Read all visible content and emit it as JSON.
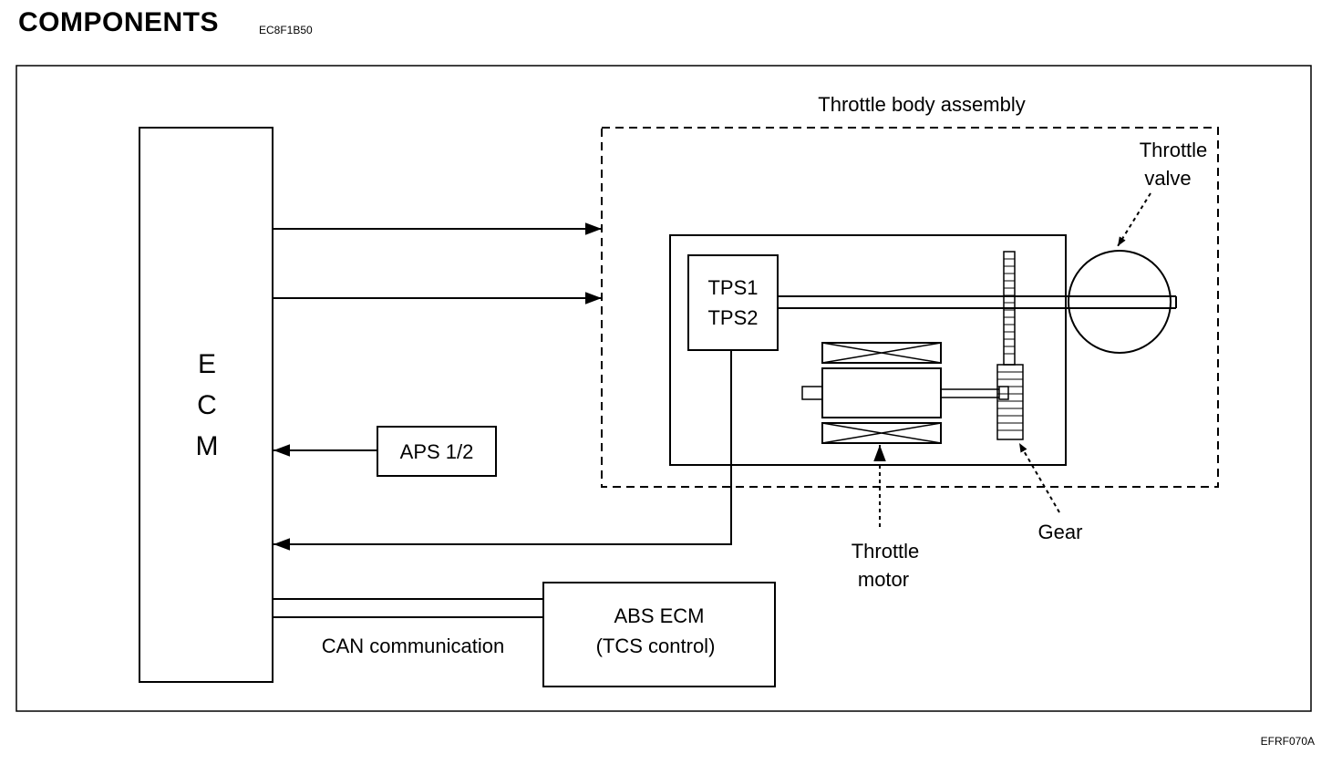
{
  "header": {
    "title": "COMPONENTS",
    "code": "EC8F1B50"
  },
  "figure_id": "EFRF070A",
  "diagram": {
    "ecm": {
      "letters": [
        "E",
        "C",
        "M"
      ]
    },
    "throttle_body_assembly": "Throttle body assembly",
    "throttle_valve": {
      "line1": "Throttle",
      "line2": "valve"
    },
    "tps": {
      "line1": "TPS1",
      "line2": "TPS2"
    },
    "aps": "APS 1/2",
    "throttle_motor": {
      "line1": "Throttle",
      "line2": "motor"
    },
    "gear": "Gear",
    "abs_ecm": {
      "line1": "ABS ECM",
      "line2": "(TCS control)"
    },
    "can": "CAN communication"
  }
}
